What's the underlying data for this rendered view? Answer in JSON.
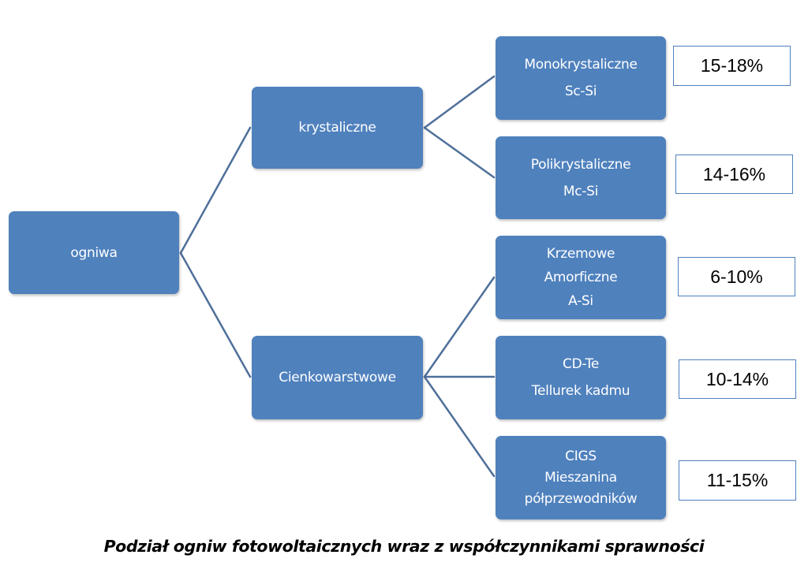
{
  "root": {
    "label": "ogniwa"
  },
  "branches": {
    "crystalline": {
      "label": "krystaliczne"
    },
    "thin_film": {
      "label": "Cienkowarstwowe"
    }
  },
  "leaves": {
    "mono": {
      "lines": [
        "Monokrystaliczne",
        "Sc-Si"
      ],
      "efficiency": "15-18%"
    },
    "poly": {
      "lines": [
        "Polikrystaliczne",
        "Mc-Si"
      ],
      "efficiency": "14-16%"
    },
    "amorphous": {
      "lines": [
        "Krzemowe",
        "Amorficzne",
        "A-Si"
      ],
      "efficiency": "6-10%"
    },
    "cdte": {
      "lines": [
        "CD-Te",
        "Tellurek kadmu"
      ],
      "efficiency": "10-14%"
    },
    "cigs": {
      "lines": [
        "CIGS",
        "Mieszanina",
        "półprzewodników"
      ],
      "efficiency": "11-15%"
    }
  },
  "caption": "Podział ogniw fotowoltaicznych wraz z współczynnikami sprawności",
  "colors": {
    "node_fill": "#4f81bd",
    "connector": "#4f6f9a",
    "node_text": "#ffffff",
    "efficiency_border": "#4f81bd"
  }
}
